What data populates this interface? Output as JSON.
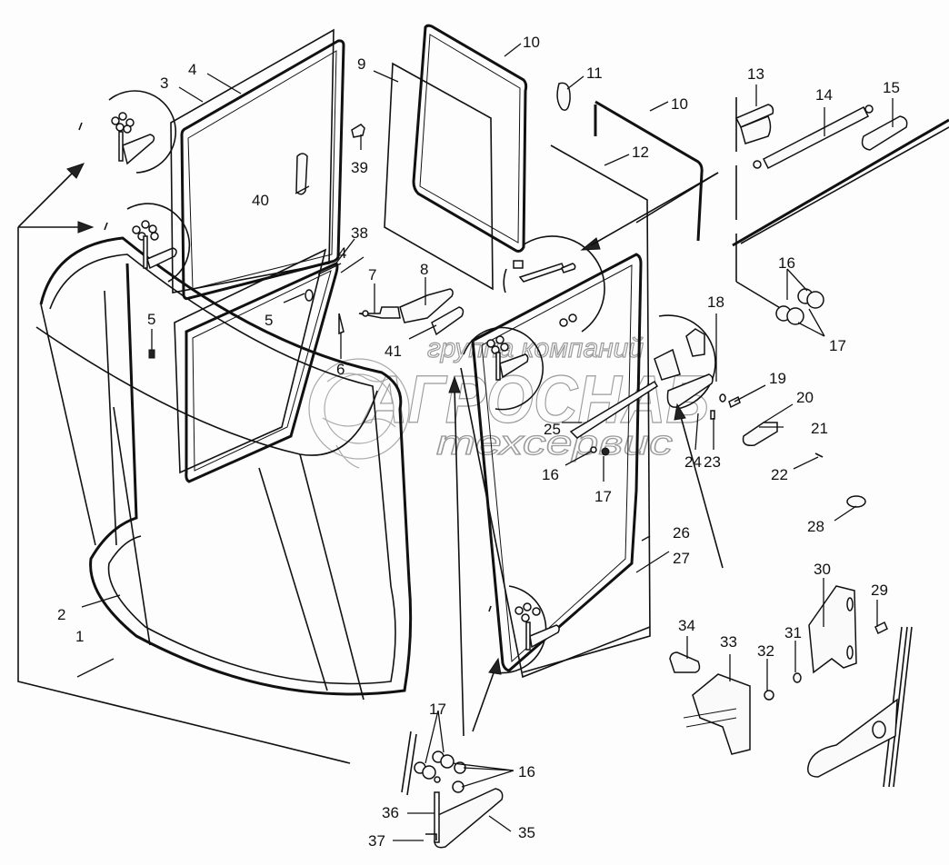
{
  "diagram": {
    "subject": "Cab doors and windows exploded assembly",
    "watermark": {
      "line1": "группа компаний",
      "line2": "АГРОСНАБ",
      "line3": "техсервис"
    },
    "callouts": [
      {
        "id": "c1",
        "label": "1"
      },
      {
        "id": "c2",
        "label": "2"
      },
      {
        "id": "c3",
        "label": "3"
      },
      {
        "id": "c4a",
        "label": "4"
      },
      {
        "id": "c4b",
        "label": "4"
      },
      {
        "id": "c5a",
        "label": "5"
      },
      {
        "id": "c5b",
        "label": "5"
      },
      {
        "id": "c6",
        "label": "6"
      },
      {
        "id": "c7",
        "label": "7"
      },
      {
        "id": "c8",
        "label": "8"
      },
      {
        "id": "c9",
        "label": "9"
      },
      {
        "id": "c10a",
        "label": "10"
      },
      {
        "id": "c10b",
        "label": "10"
      },
      {
        "id": "c11",
        "label": "11"
      },
      {
        "id": "c12",
        "label": "12"
      },
      {
        "id": "c13",
        "label": "13"
      },
      {
        "id": "c14",
        "label": "14"
      },
      {
        "id": "c15",
        "label": "15"
      },
      {
        "id": "c16a",
        "label": "16"
      },
      {
        "id": "c16b",
        "label": "16"
      },
      {
        "id": "c16c",
        "label": "16"
      },
      {
        "id": "c17a",
        "label": "17"
      },
      {
        "id": "c17b",
        "label": "17"
      },
      {
        "id": "c17c",
        "label": "17"
      },
      {
        "id": "c18",
        "label": "18"
      },
      {
        "id": "c19",
        "label": "19"
      },
      {
        "id": "c20",
        "label": "20"
      },
      {
        "id": "c21",
        "label": "21"
      },
      {
        "id": "c22",
        "label": "22"
      },
      {
        "id": "c23",
        "label": "23"
      },
      {
        "id": "c24",
        "label": "24"
      },
      {
        "id": "c25",
        "label": "25"
      },
      {
        "id": "c26",
        "label": "26"
      },
      {
        "id": "c27",
        "label": "27"
      },
      {
        "id": "c28",
        "label": "28"
      },
      {
        "id": "c29",
        "label": "29"
      },
      {
        "id": "c30",
        "label": "30"
      },
      {
        "id": "c31",
        "label": "31"
      },
      {
        "id": "c32",
        "label": "32"
      },
      {
        "id": "c33",
        "label": "33"
      },
      {
        "id": "c34",
        "label": "34"
      },
      {
        "id": "c35",
        "label": "35"
      },
      {
        "id": "c36",
        "label": "36"
      },
      {
        "id": "c37",
        "label": "37"
      },
      {
        "id": "c38",
        "label": "38"
      },
      {
        "id": "c39",
        "label": "39"
      },
      {
        "id": "c40",
        "label": "40"
      },
      {
        "id": "c41",
        "label": "41"
      }
    ]
  }
}
